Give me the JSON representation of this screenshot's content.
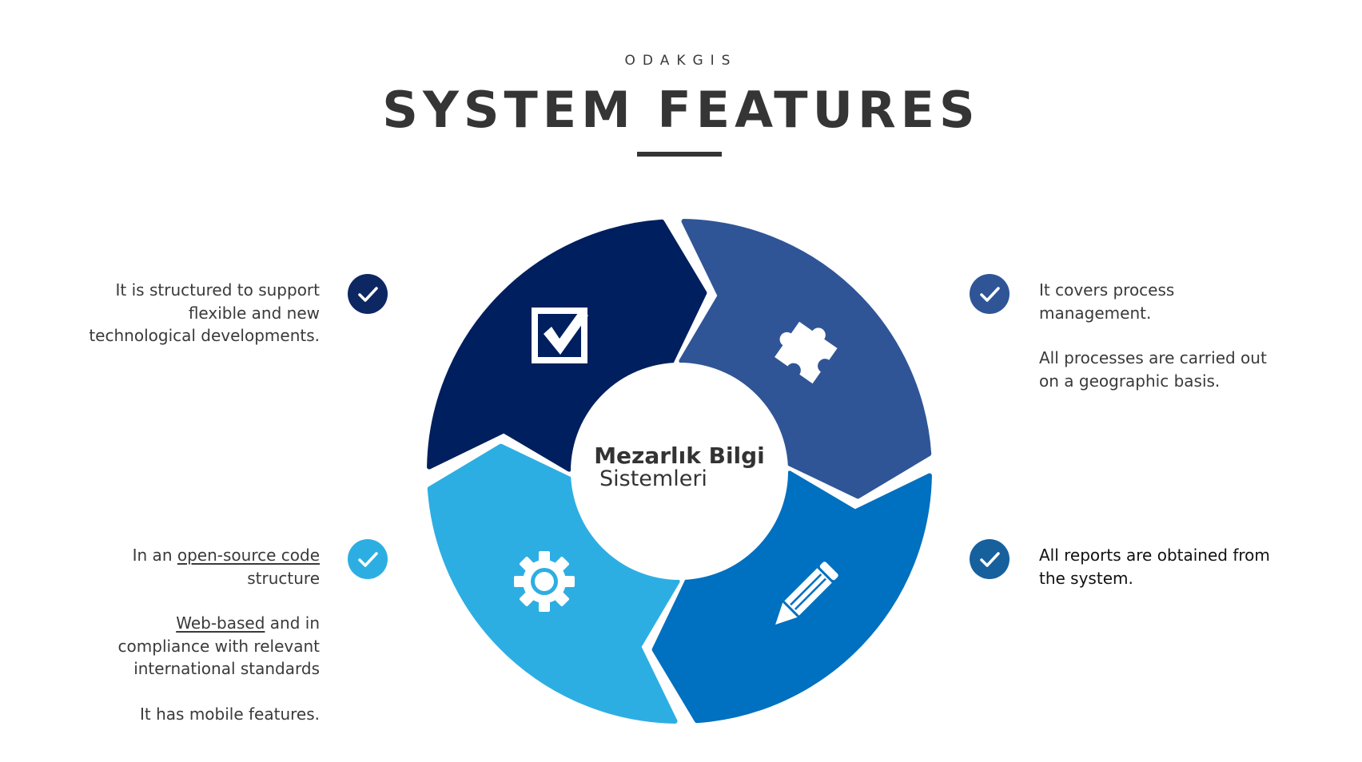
{
  "header": {
    "eyebrow": "ODAKGIS",
    "title": "SYSTEM FEATURES"
  },
  "center": {
    "line1": "Mezarlık Bilgi",
    "line2": "Sistemleri"
  },
  "colors": {
    "navy": "#001f5f",
    "steel_blue": "#2f5597",
    "blue": "#0070c0",
    "light_blue": "#2daee3",
    "check_navy": "#0d2763",
    "check_steel": "#2f5597",
    "check_light": "#2daee3",
    "check_blue": "#17609e",
    "title": "#353535"
  },
  "segments": [
    {
      "name": "top-left",
      "icon": "checkbox-icon",
      "color": "#001f5f"
    },
    {
      "name": "top-right",
      "icon": "puzzle-icon",
      "color": "#2f5597"
    },
    {
      "name": "bottom-right",
      "icon": "pencil-icon",
      "color": "#0070c0"
    },
    {
      "name": "bottom-left",
      "icon": "gear-icon",
      "color": "#2daee3"
    }
  ],
  "features": {
    "top_left": {
      "line1": "It is structured to support",
      "line2": "flexible and new",
      "line3": "technological developments."
    },
    "bottom_left": {
      "p1_prefix": "In an ",
      "p1_link": "open-source code",
      "p1_suffix": "structure",
      "p2_link": "Web-based",
      "p2_rest1": " and in",
      "p2_rest2": "compliance with relevant",
      "p2_rest3": "international standards",
      "p3": "It has mobile features."
    },
    "top_right": {
      "p1_line1": "It covers process",
      "p1_line2": "management.",
      "p2_line1": "All processes are carried out",
      "p2_line2": "on a geographic basis."
    },
    "bottom_right": {
      "line1": "All reports are obtained from",
      "line2": "the system."
    }
  }
}
